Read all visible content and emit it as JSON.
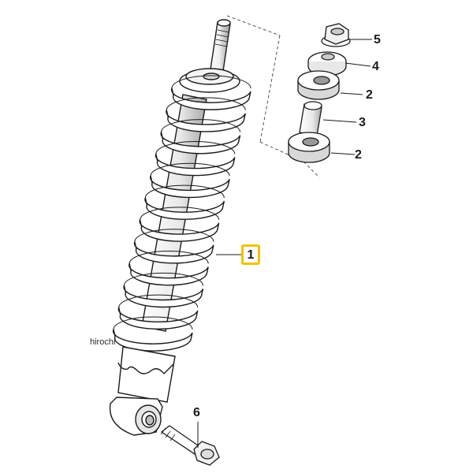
{
  "diagram": {
    "callouts": [
      {
        "id": "1",
        "label": "1",
        "highlighted": true
      },
      {
        "id": "2a",
        "label": "2"
      },
      {
        "id": "2b",
        "label": "2"
      },
      {
        "id": "3",
        "label": "3"
      },
      {
        "id": "4",
        "label": "4"
      },
      {
        "id": "5",
        "label": "5"
      },
      {
        "id": "6",
        "label": "6"
      }
    ],
    "watermark": "hirochi",
    "colors": {
      "highlight": "#f2c200",
      "line": "#1a1a1a",
      "part_fill": "#ffffff",
      "shade": "#bdbdbd"
    }
  }
}
